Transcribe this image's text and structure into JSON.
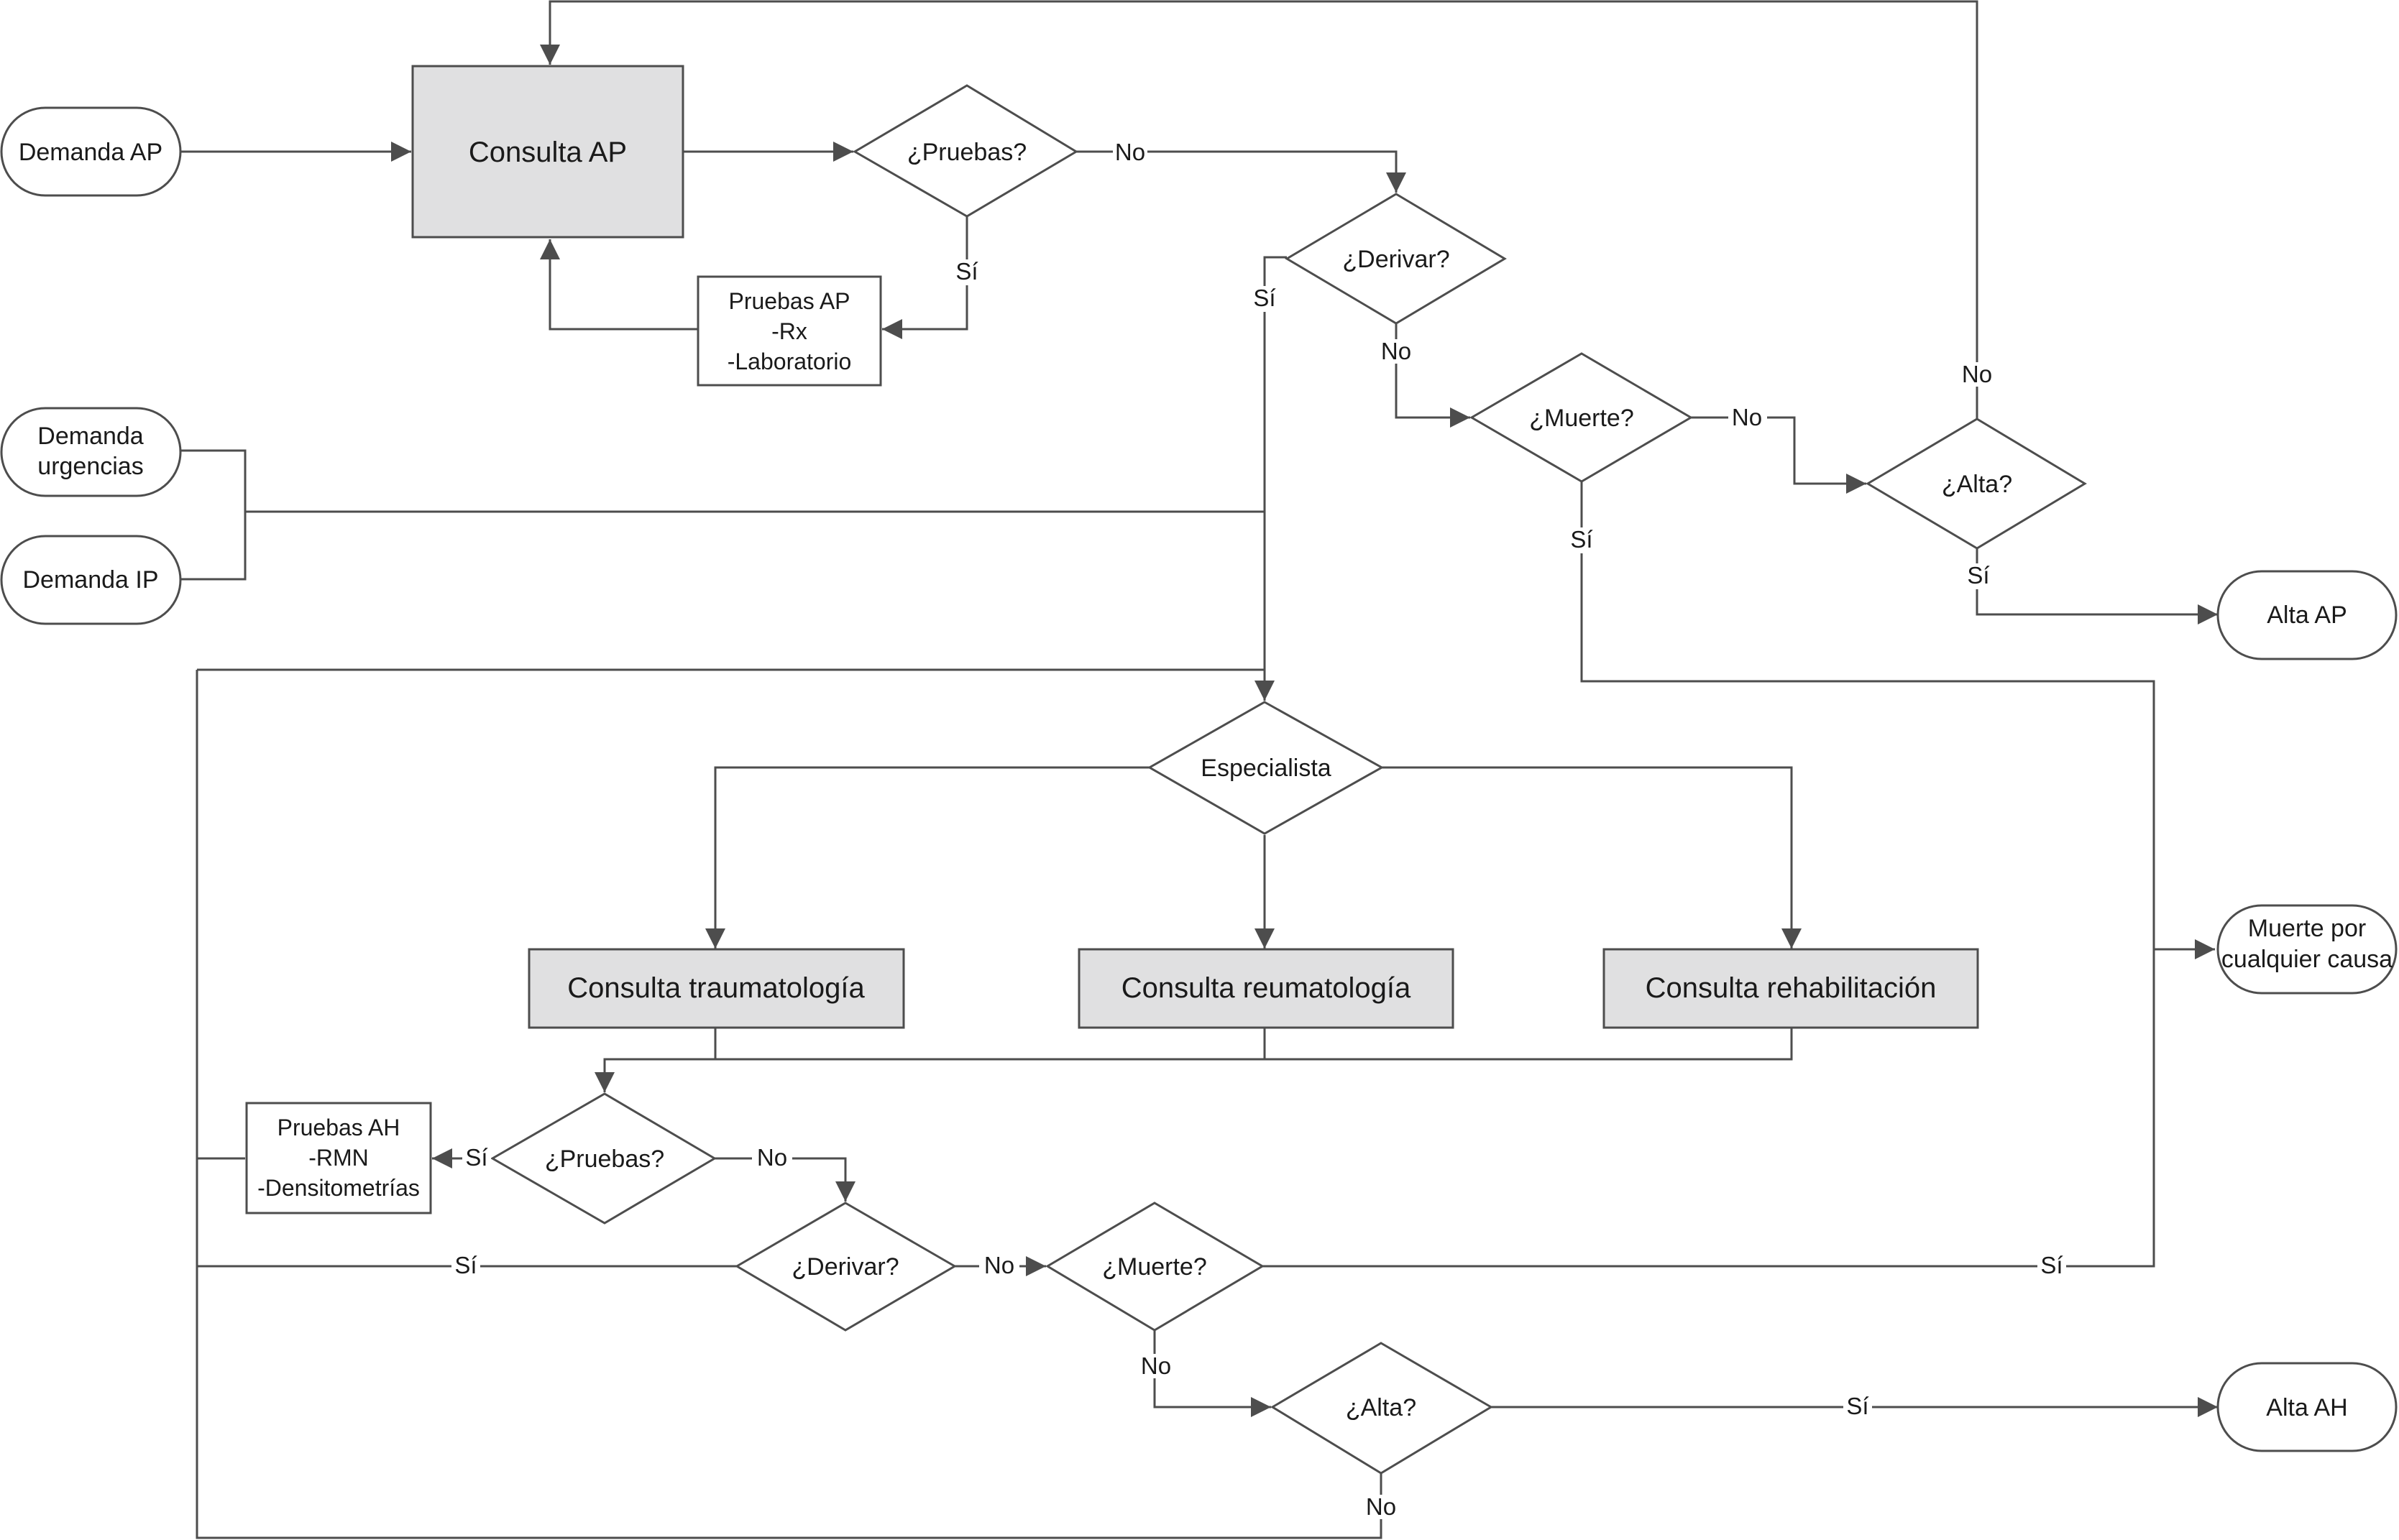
{
  "nodes": {
    "demanda_ap": "Demanda AP",
    "demanda_urgencias": [
      "Demanda",
      "urgencias"
    ],
    "demanda_ip": "Demanda IP",
    "consulta_ap": "Consulta AP",
    "pruebas_ap_decision": "¿Pruebas?",
    "pruebas_ap": [
      "Pruebas AP",
      "-Rx",
      "-Laboratorio"
    ],
    "derivar_ap": "¿Derivar?",
    "muerte_ap": "¿Muerte?",
    "alta_ap_decision": "¿Alta?",
    "alta_ap": "Alta AP",
    "especialista": "Especialista",
    "consulta_traumatologia": "Consulta traumatología",
    "consulta_reumatologia": "Consulta reumatología",
    "consulta_rehabilitacion": "Consulta rehabilitación",
    "muerte_cualquier_causa": [
      "Muerte por",
      "cualquier causa"
    ],
    "pruebas_ah_decision": "¿Pruebas?",
    "pruebas_ah": [
      "Pruebas AH",
      "-RMN",
      "-Densitometrías"
    ],
    "derivar_ah": "¿Derivar?",
    "muerte_ah": "¿Muerte?",
    "alta_ah_decision": "¿Alta?",
    "alta_ah": "Alta AH"
  },
  "edge_labels": {
    "pruebas_ap_no": "No",
    "pruebas_ap_si": "Sí",
    "derivar_ap_si": "Sí",
    "derivar_ap_no": "No",
    "muerte_ap_no": "No",
    "muerte_ap_si": "Sí",
    "alta_ap_no": "No",
    "alta_ap_si": "Sí",
    "pruebas_ah_si": "Sí",
    "pruebas_ah_no": "No",
    "derivar_ah_si": "Sí",
    "derivar_ah_no": "No",
    "muerte_ah_si": "Sí",
    "muerte_ah_no": "No",
    "alta_ah_si": "Sí",
    "alta_ah_no": "No"
  },
  "colors": {
    "line": "#4d4d4d",
    "highlight_fill": "#e0e0e1",
    "background": "#ffffff"
  }
}
